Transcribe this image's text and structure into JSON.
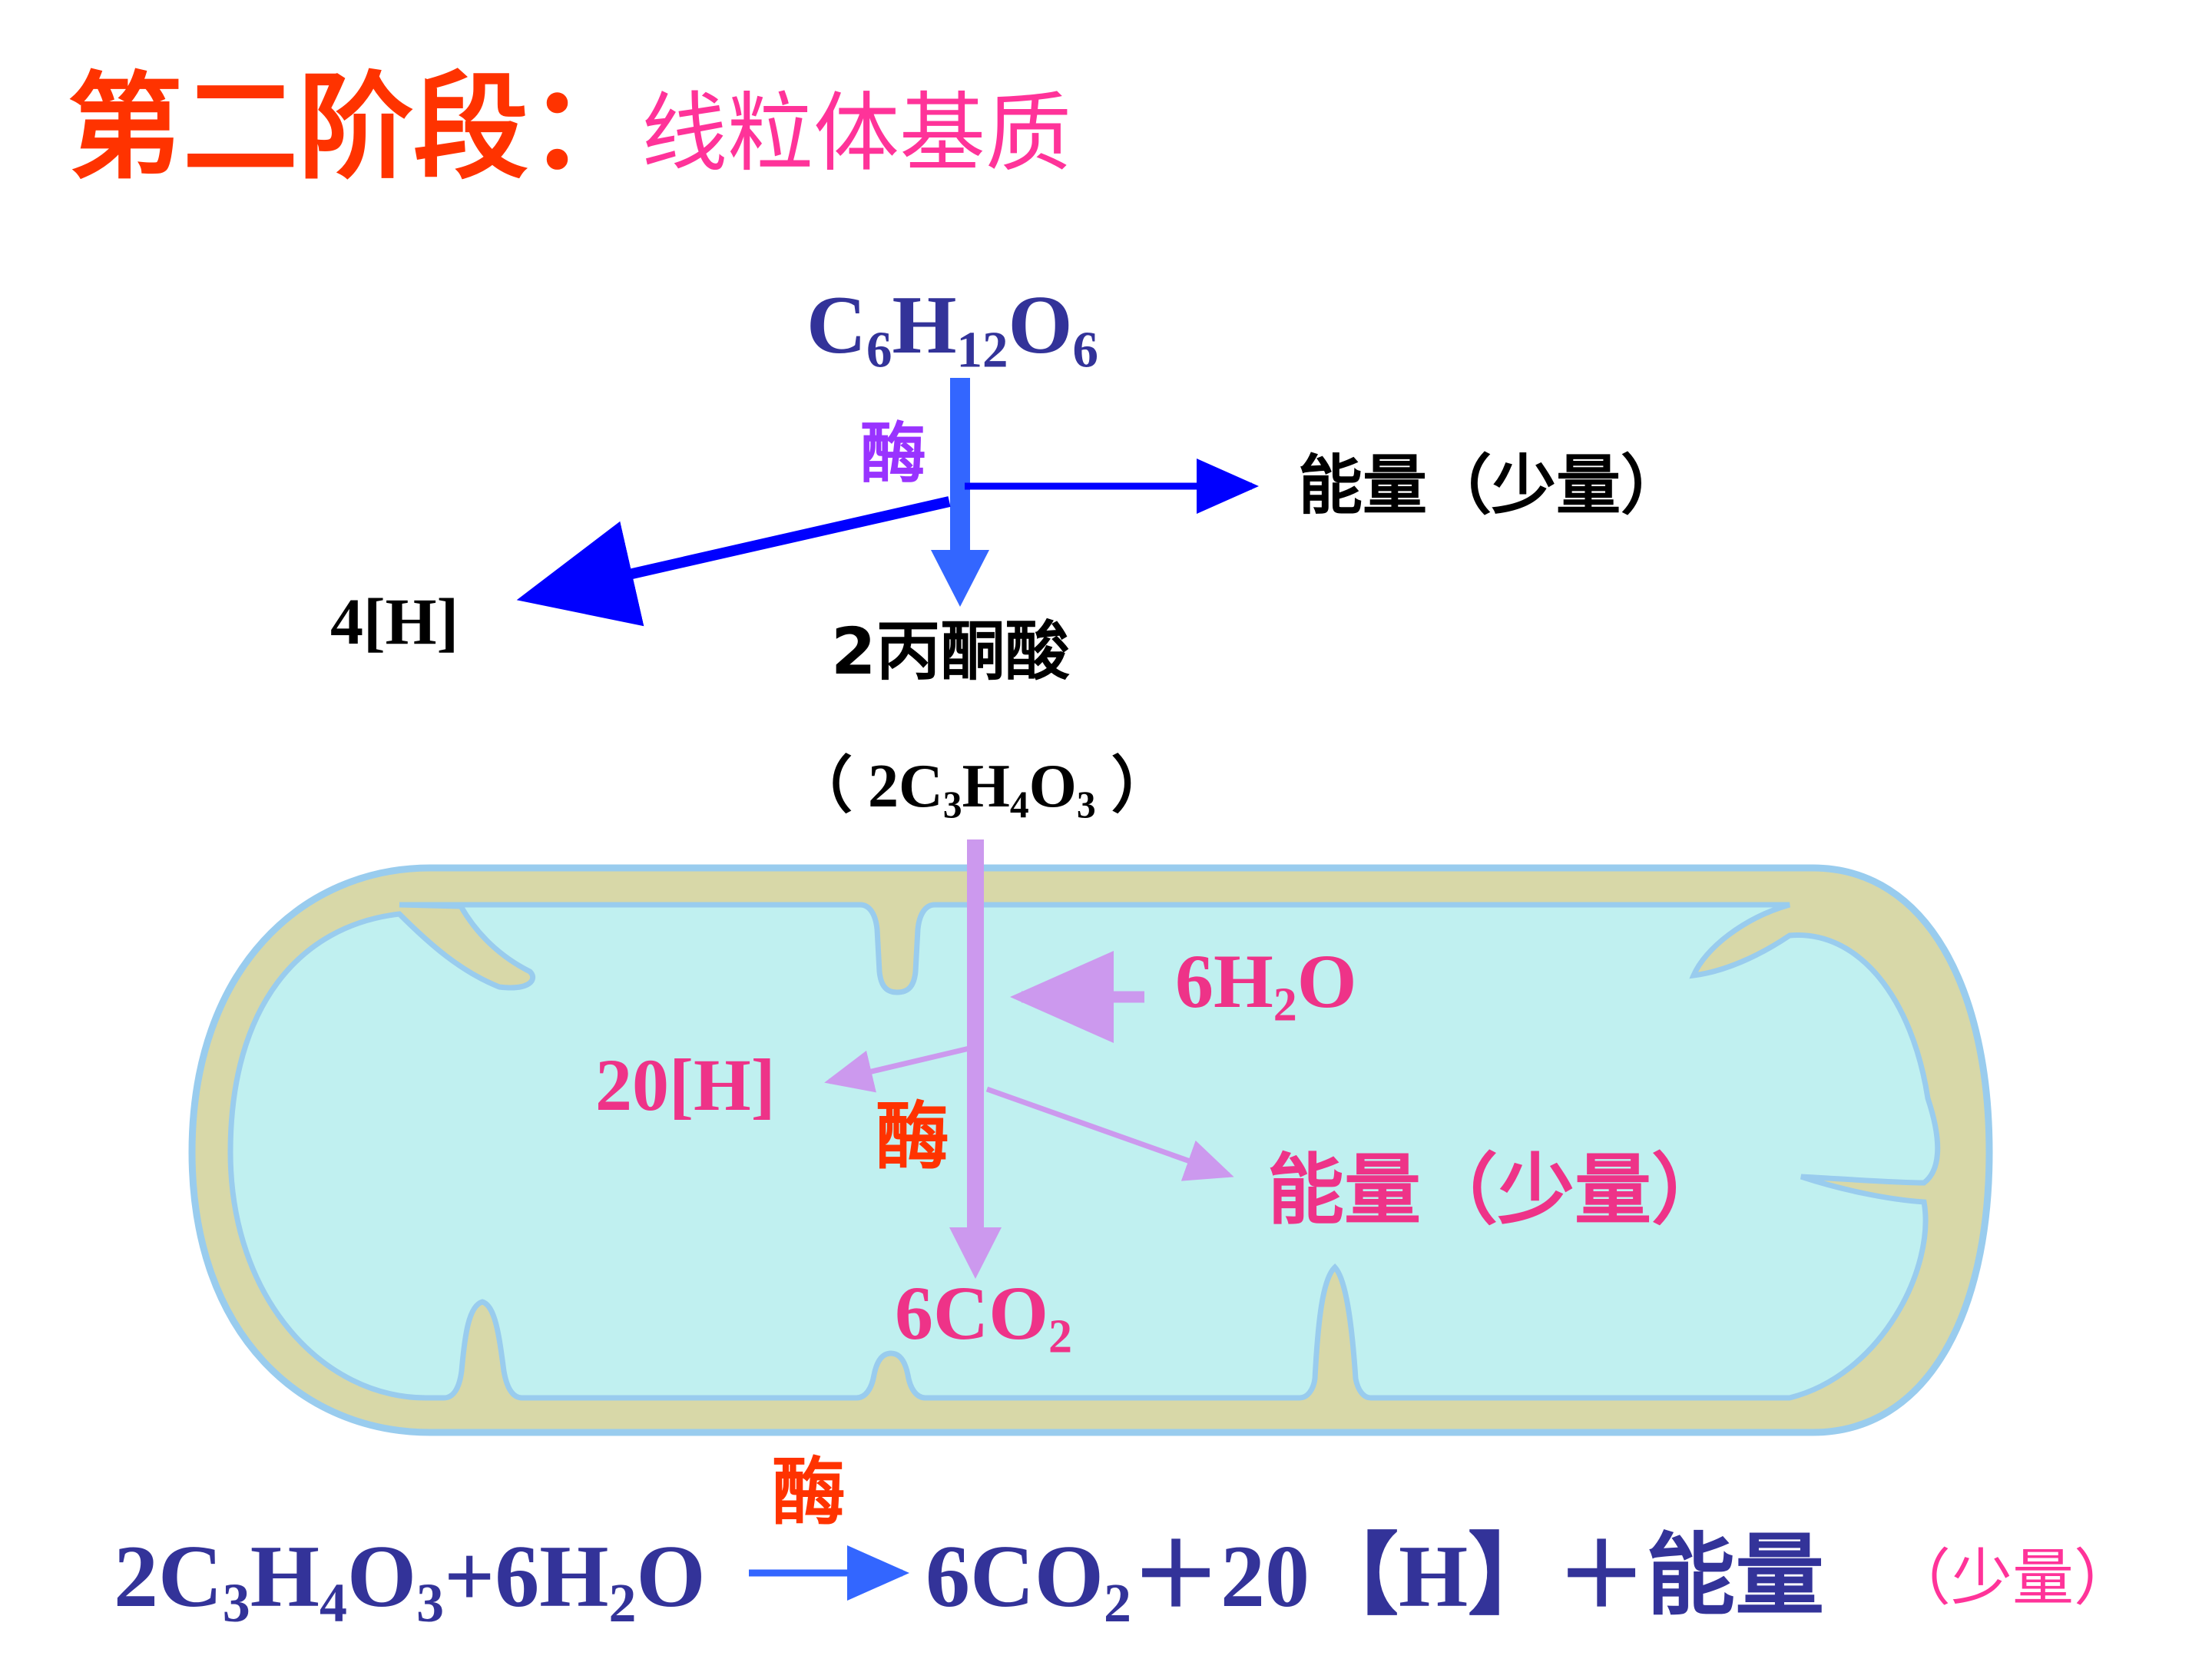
{
  "title": {
    "stage": "第二阶段：",
    "location": "线粒体基质",
    "stage_color": "#ff3300",
    "location_color": "#ff3399"
  },
  "glycolysis": {
    "glucose": {
      "a": "C",
      "s1": "6",
      "b": "H",
      "s2": "12",
      "c": "O",
      "s3": "6"
    },
    "enzyme": "酶",
    "energy": "能量（少量）",
    "hydrogen": "4[H]",
    "pyruvate": "2丙酮酸",
    "formula": {
      "open": "（ 2C",
      "s1": "3",
      "b": "H",
      "s2": "4",
      "c": "O",
      "s3": "3",
      "close": " ）"
    },
    "colors": {
      "glucose": "#333399",
      "enzyme": "#9933ff",
      "arrow_main": "#3366ff",
      "arrow_side": "#0000ff",
      "text": "#000000"
    }
  },
  "mitochondrion": {
    "water": {
      "a": "6H",
      "s1": "2",
      "b": "O"
    },
    "hydrogen": "20[H]",
    "enzyme": "酶",
    "energy": "能量（少量）",
    "co2": {
      "a": "6CO",
      "s1": "2"
    },
    "colors": {
      "matrix": "#c0f0f0",
      "membrane": "#d8d8a8",
      "outline": "#99ccee",
      "arrow": "#cc99ee",
      "label": "#ee3388",
      "enzyme": "#ff3300"
    }
  },
  "equation": {
    "enzyme": "酶",
    "left": {
      "a": "2C",
      "s1": "3",
      "b": "H",
      "s2": "4",
      "c": "O",
      "s3": "3",
      "d": "+6H",
      "s4": "2",
      "e": "O"
    },
    "right": {
      "a": "6CO",
      "s1": "2",
      "b": "＋20【H】＋能量"
    },
    "note": "（少量）",
    "colors": {
      "main": "#333399",
      "enzyme": "#ff3300",
      "note": "#ff3399",
      "arrow": "#3366ff"
    }
  }
}
